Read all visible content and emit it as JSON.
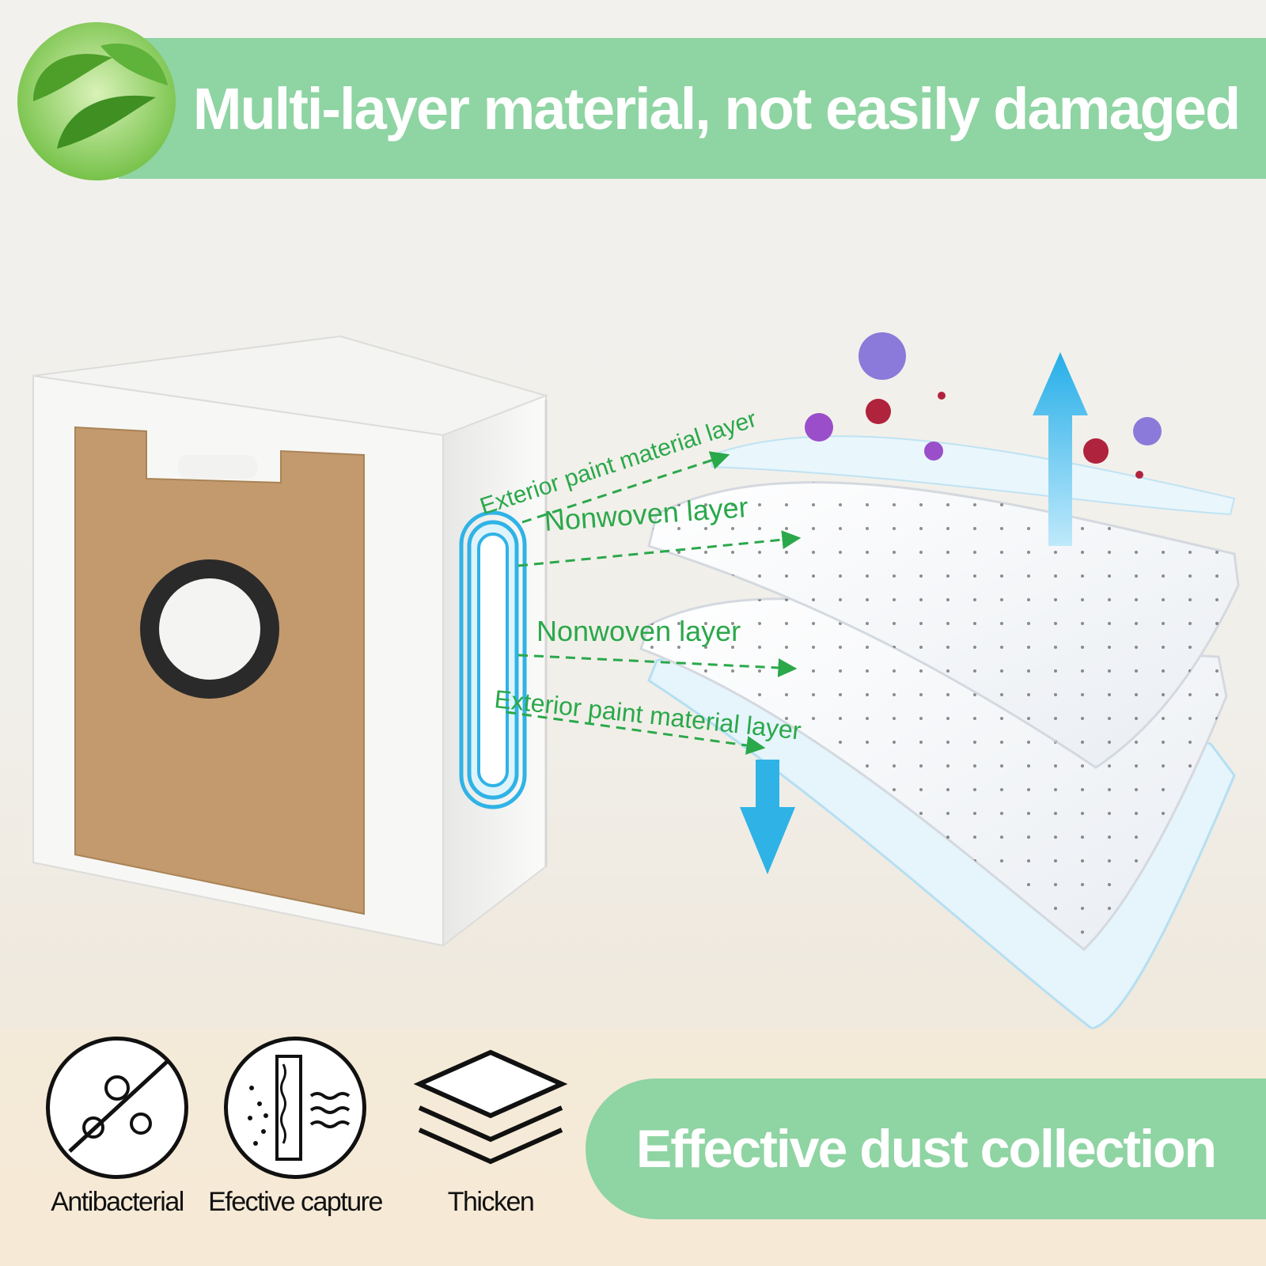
{
  "header": {
    "title": "Multi-layer material, not easily damaged"
  },
  "diagram": {
    "layers": [
      "Exterior paint material layer",
      "Nonwoven layer",
      "Nonwoven layer",
      "Exterior paint material layer"
    ]
  },
  "features": [
    {
      "label": "Antibacterial",
      "icon": "antibacterial-icon"
    },
    {
      "label": "Efective capture",
      "icon": "capture-icon"
    },
    {
      "label": "Thicken",
      "icon": "layers-icon"
    }
  ],
  "footer": {
    "tagline": "Effective dust collection"
  },
  "colors": {
    "banner": "#8fd4a3",
    "label_green": "#2aa84a",
    "accent_blue": "#2fb3e6",
    "cardboard": "#c39a6e",
    "virus_purple": "#8b4ec9",
    "virus_red": "#b0233c"
  }
}
